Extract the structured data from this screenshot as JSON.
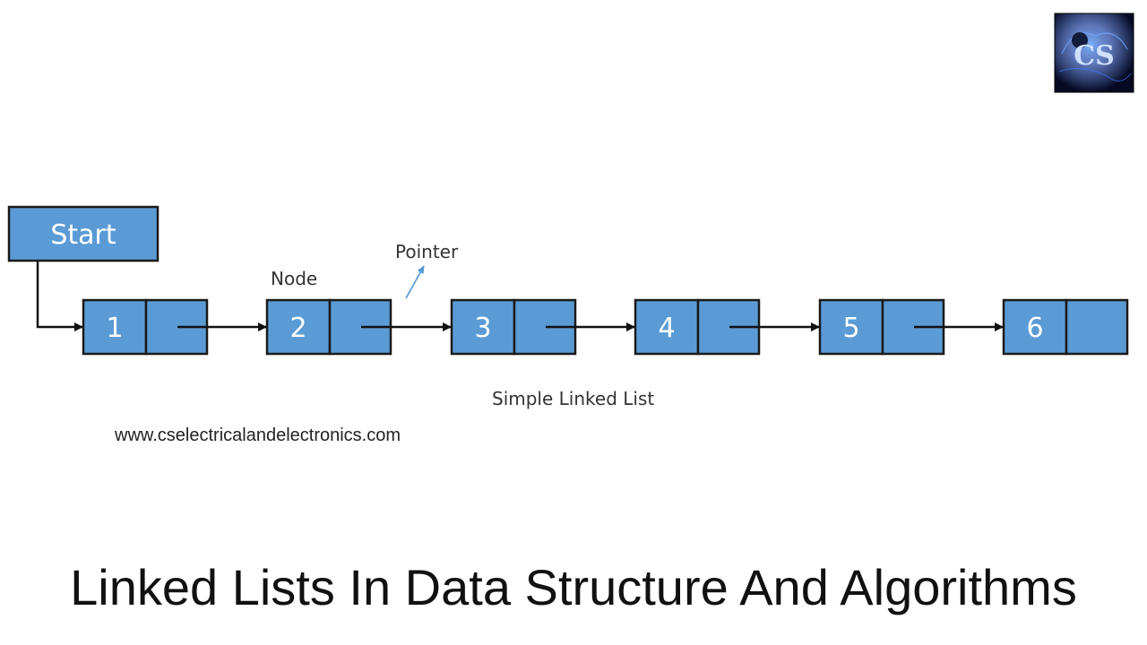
{
  "diagram": {
    "start_label": "Start",
    "node_label": "Node",
    "pointer_label": "Pointer",
    "caption": "Simple Linked List",
    "nodes": [
      "1",
      "2",
      "3",
      "4",
      "5",
      "6"
    ]
  },
  "footer": {
    "url": "www.cselectricalandelectronics.com",
    "title": "Linked Lists In Data Structure And Algorithms"
  },
  "logo": {
    "letters": "CS"
  },
  "colors": {
    "node_fill": "#5b9bd5",
    "node_stroke": "#1a1a1a",
    "arrow": "#111111",
    "pointer_arrow": "#5b9bd5",
    "text_on_node": "#ffffff",
    "logo_bg": "#050a22",
    "logo_glow": "#3a78ff"
  }
}
